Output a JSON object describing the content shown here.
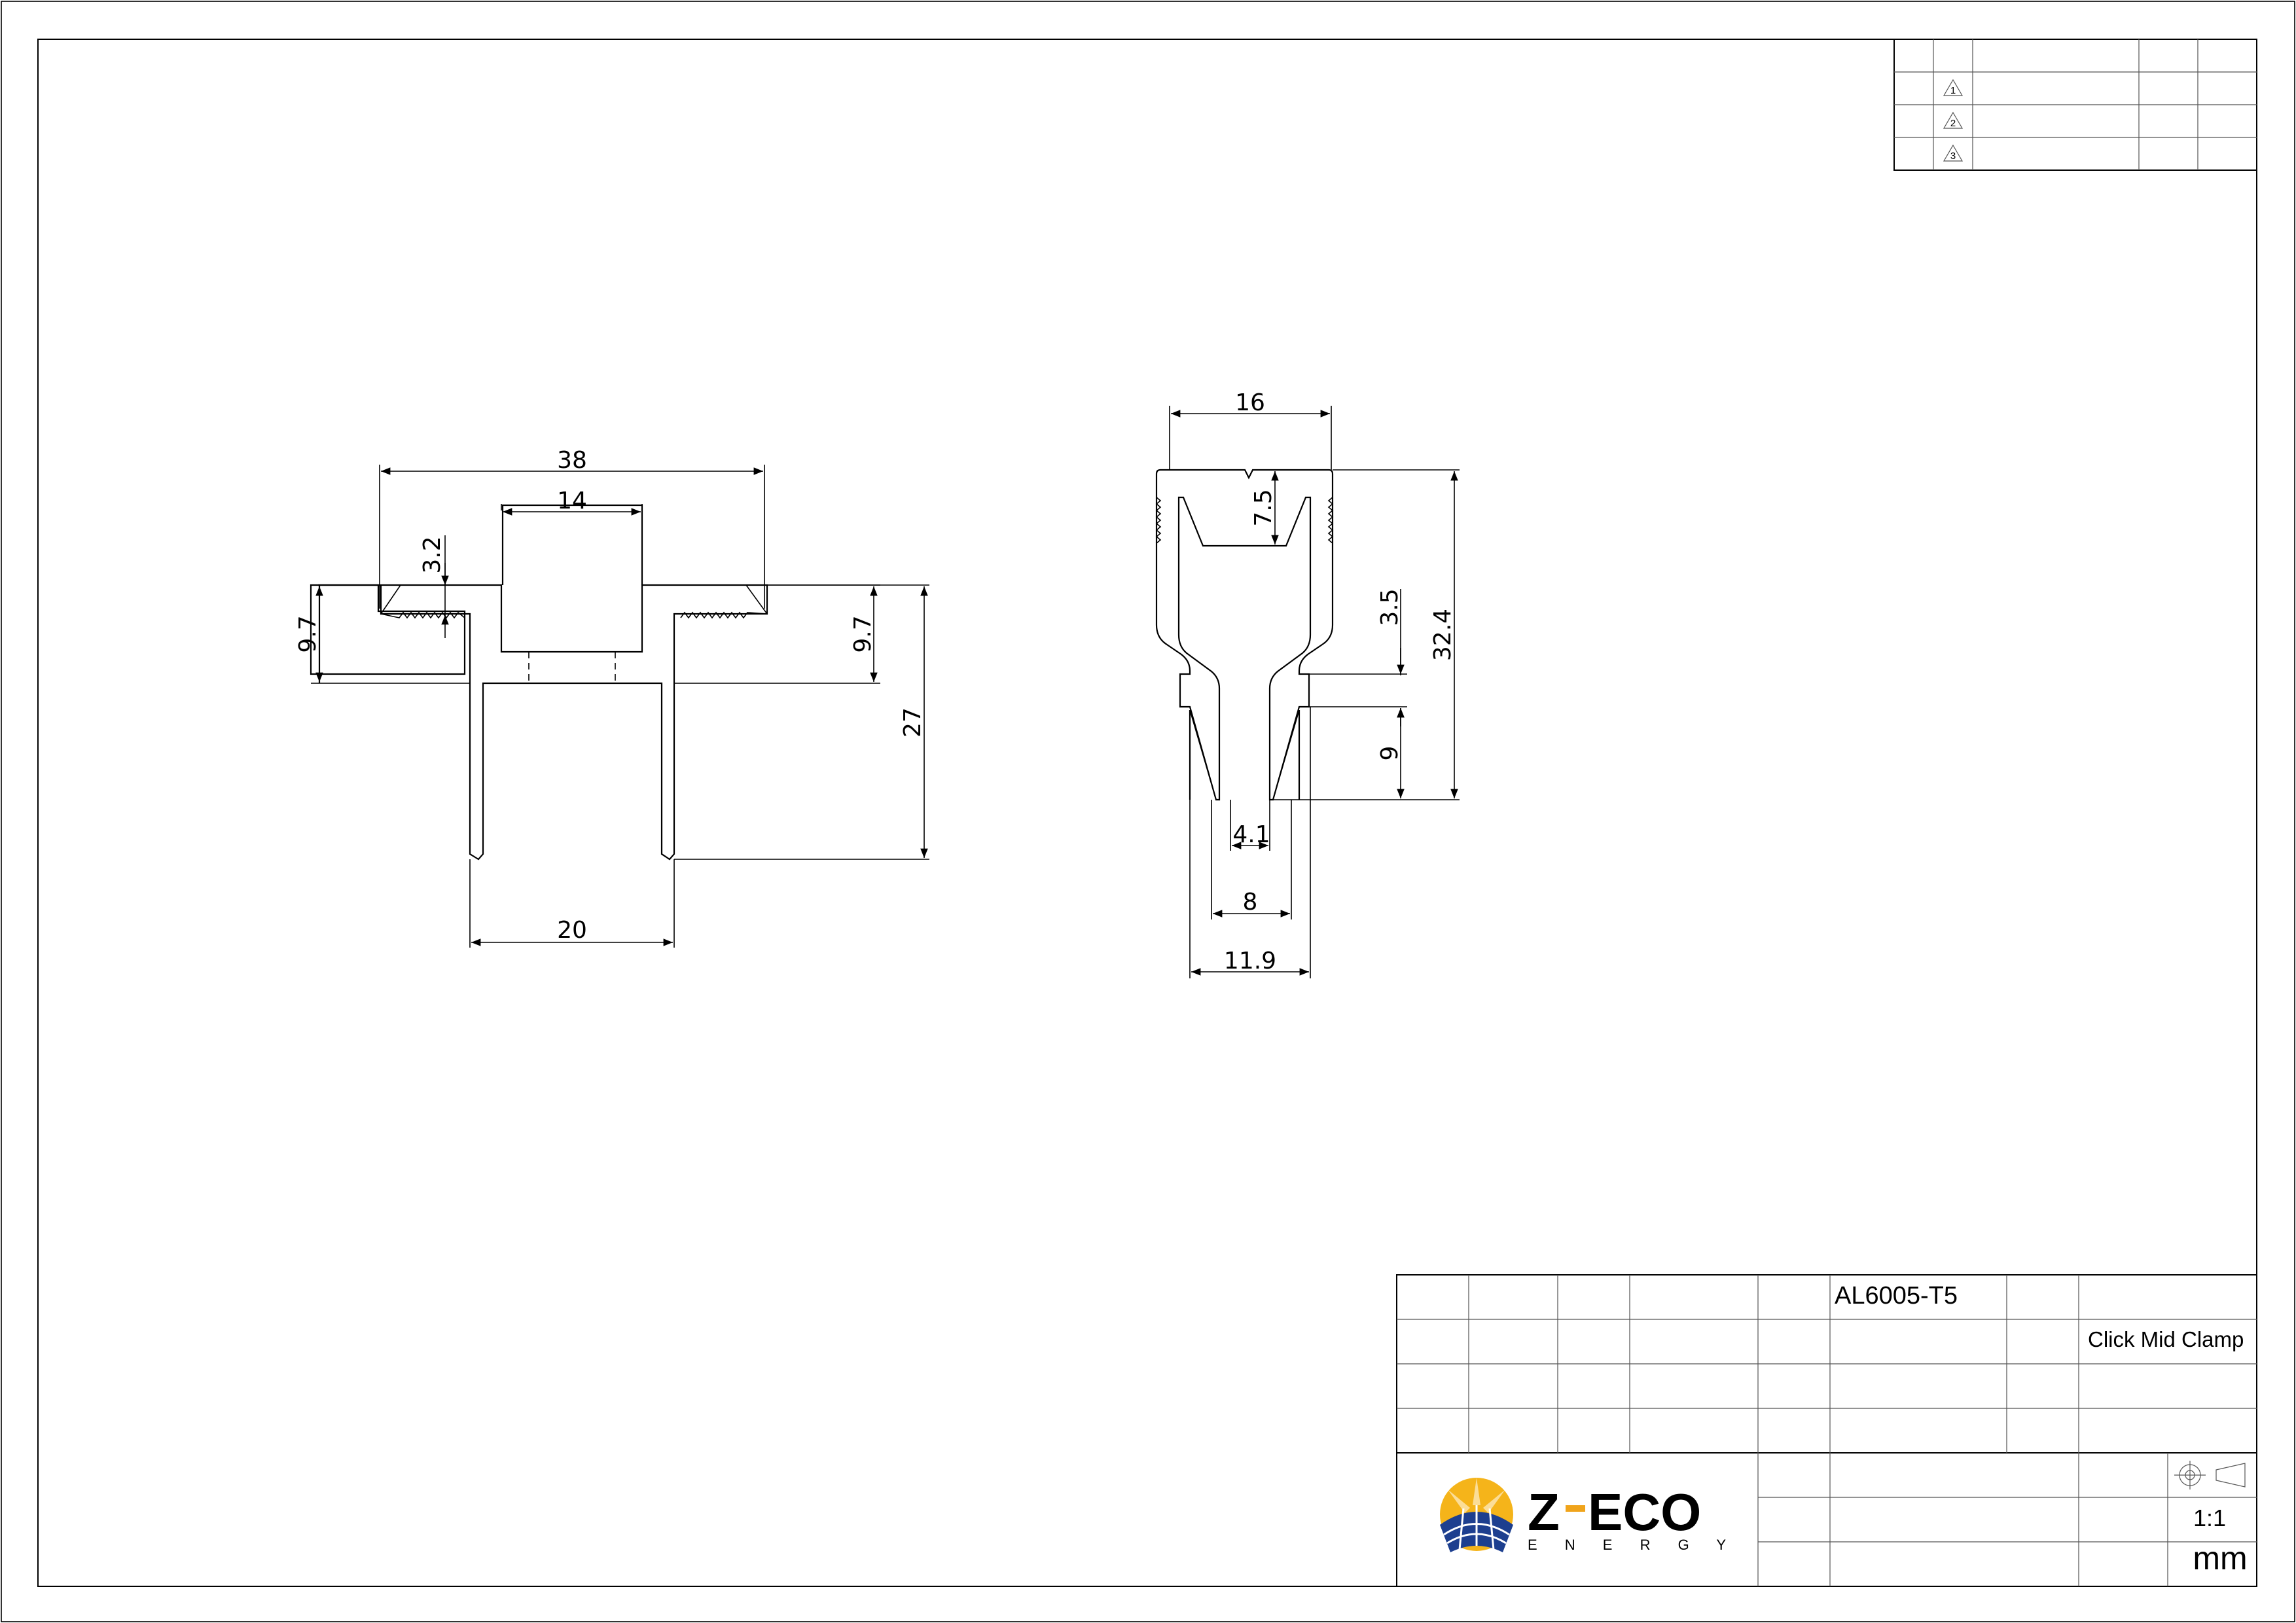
{
  "drawing": {
    "front_view_dims": {
      "overall_width": "38",
      "top_width": "14",
      "jaw_depth": "3.2",
      "flange_left": "9.7",
      "flange_right": "9.7",
      "total_height": "27",
      "leg_spacing": "20"
    },
    "side_view_dims": {
      "top_width": "16",
      "slot_depth": "7.5",
      "step": "3.5",
      "total_height": "32.4",
      "lower": "9",
      "gap": "4.1",
      "inner_width": "8",
      "outer_width": "11.9"
    }
  },
  "revision_table": {
    "markers": [
      "1",
      "2",
      "3"
    ]
  },
  "title_block": {
    "material": "AL6005-T5",
    "part_name": "Click Mid Clamp",
    "scale": "1:1",
    "unit": "mm",
    "logo": {
      "brand_left": "Z",
      "brand_right": "ECO",
      "tagline": "E N E R G Y",
      "colors": {
        "sun": "#f5b41a",
        "panel": "#1d3f8f",
        "text": "#17418e",
        "dash": "#f0a41b"
      }
    }
  }
}
